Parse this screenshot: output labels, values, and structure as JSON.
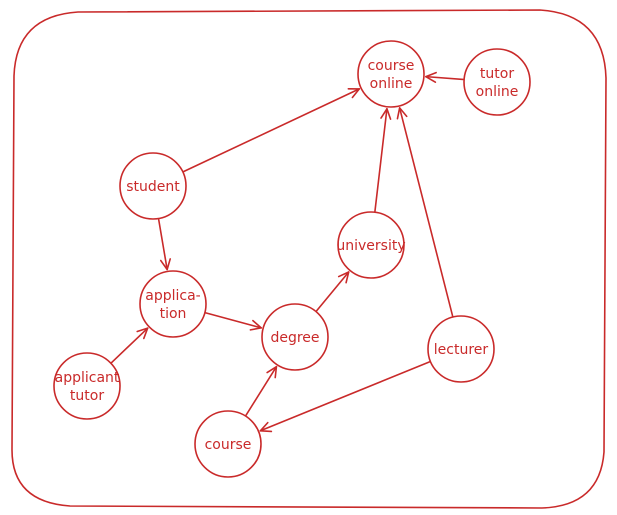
{
  "diagram": {
    "stroke_color": "#c92a2a",
    "background": "#ffffff",
    "nodes": [
      {
        "id": "course-online",
        "lines": [
          "course",
          "online"
        ]
      },
      {
        "id": "tutor-online",
        "lines": [
          "tutor",
          "online"
        ]
      },
      {
        "id": "student",
        "lines": [
          "student"
        ]
      },
      {
        "id": "university",
        "lines": [
          "university"
        ]
      },
      {
        "id": "application",
        "lines": [
          "applica-",
          "tion"
        ]
      },
      {
        "id": "degree",
        "lines": [
          "degree"
        ]
      },
      {
        "id": "lecturer",
        "lines": [
          "lecturer"
        ]
      },
      {
        "id": "applicant-tutor",
        "lines": [
          "applicant",
          "tutor"
        ]
      },
      {
        "id": "course",
        "lines": [
          "course"
        ]
      }
    ],
    "edges": [
      {
        "from": "student",
        "to": "course-online"
      },
      {
        "from": "tutor-online",
        "to": "course-online"
      },
      {
        "from": "university",
        "to": "course-online"
      },
      {
        "from": "lecturer",
        "to": "course-online"
      },
      {
        "from": "student",
        "to": "application"
      },
      {
        "from": "application",
        "to": "degree"
      },
      {
        "from": "applicant-tutor",
        "to": "application"
      },
      {
        "from": "degree",
        "to": "university"
      },
      {
        "from": "course",
        "to": "degree"
      },
      {
        "from": "lecturer",
        "to": "course"
      }
    ]
  }
}
